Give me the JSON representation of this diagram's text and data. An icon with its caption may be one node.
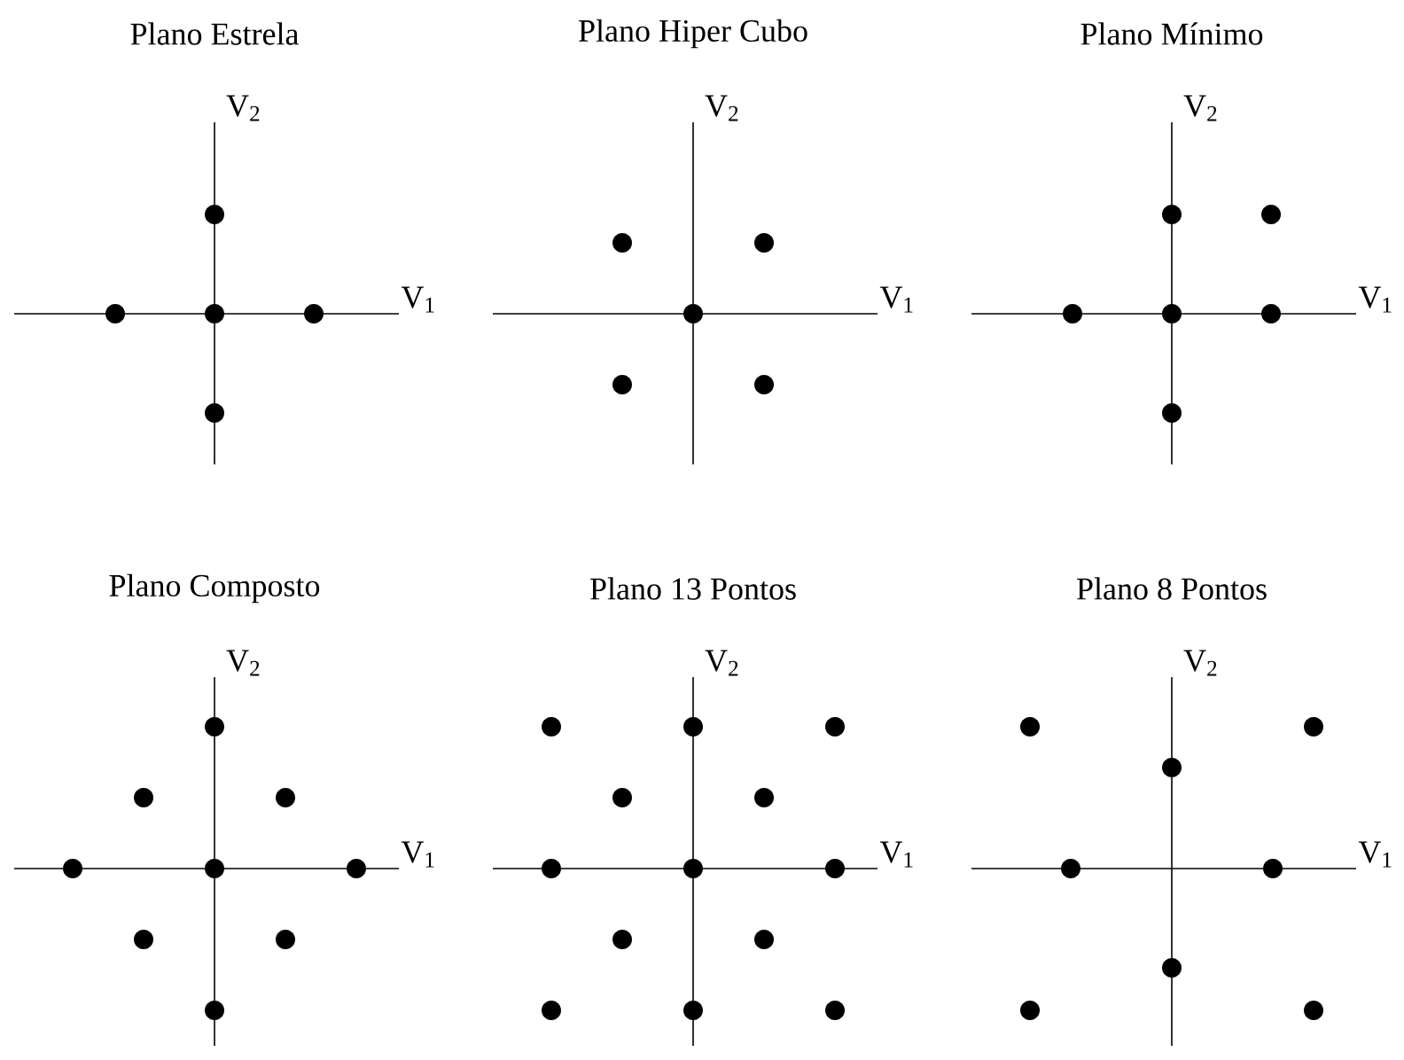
{
  "diagram": {
    "labels": [
      "Plano Estrela",
      "V$_{2}$",
      "V$_{1}$",
      "Plano Hiper Cubo",
      "V$_{2}$",
      "V$_{1}$",
      "Plano Mínimo",
      "V$_{2}$",
      "V$_{1}$",
      "Plano Composto",
      "V$_{2}$",
      "V$_{1}$",
      "Plano 13 Pontos",
      "V$_{2}$",
      "V$_{1}$",
      "Plano 8 Pontos",
      "V$_{2}$",
      "V$_{1}$"
    ]
  }
}
